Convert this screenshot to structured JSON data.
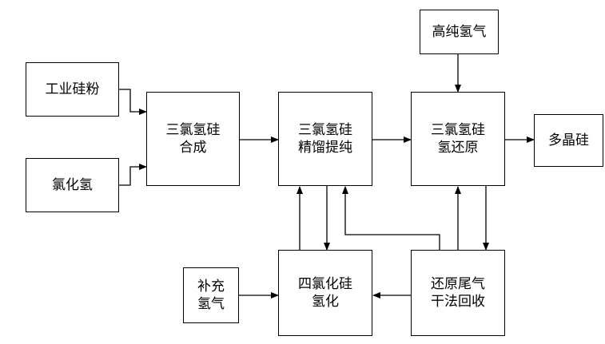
{
  "nodes": {
    "industrial_si_powder": "工业硅粉",
    "hydrogen_chloride": "氯化氢",
    "tcs_synthesis": "三氯氢硅\n合成",
    "tcs_rectification": "三氯氢硅\n精馏提纯",
    "tcs_reduction": "三氯氢硅\n氢还原",
    "high_purity_hydrogen": "高纯氢气",
    "polysilicon": "多晶硅",
    "makeup_hydrogen": "补充\n氢气",
    "stc_hydrogenation": "四氯化硅\n氢化",
    "offgas_recovery": "还原尾气\n干法回收"
  },
  "edges": [
    {
      "from": "industrial_si_powder",
      "to": "tcs_synthesis"
    },
    {
      "from": "hydrogen_chloride",
      "to": "tcs_synthesis"
    },
    {
      "from": "tcs_synthesis",
      "to": "tcs_rectification"
    },
    {
      "from": "tcs_rectification",
      "to": "tcs_reduction"
    },
    {
      "from": "high_purity_hydrogen",
      "to": "tcs_reduction"
    },
    {
      "from": "tcs_reduction",
      "to": "polysilicon"
    },
    {
      "from": "tcs_reduction",
      "to": "offgas_recovery"
    },
    {
      "from": "offgas_recovery",
      "to": "tcs_reduction"
    },
    {
      "from": "offgas_recovery",
      "to": "tcs_rectification"
    },
    {
      "from": "offgas_recovery",
      "to": "stc_hydrogenation"
    },
    {
      "from": "makeup_hydrogen",
      "to": "stc_hydrogenation"
    },
    {
      "from": "stc_hydrogenation",
      "to": "tcs_rectification"
    },
    {
      "from": "tcs_rectification",
      "to": "stc_hydrogenation"
    }
  ]
}
